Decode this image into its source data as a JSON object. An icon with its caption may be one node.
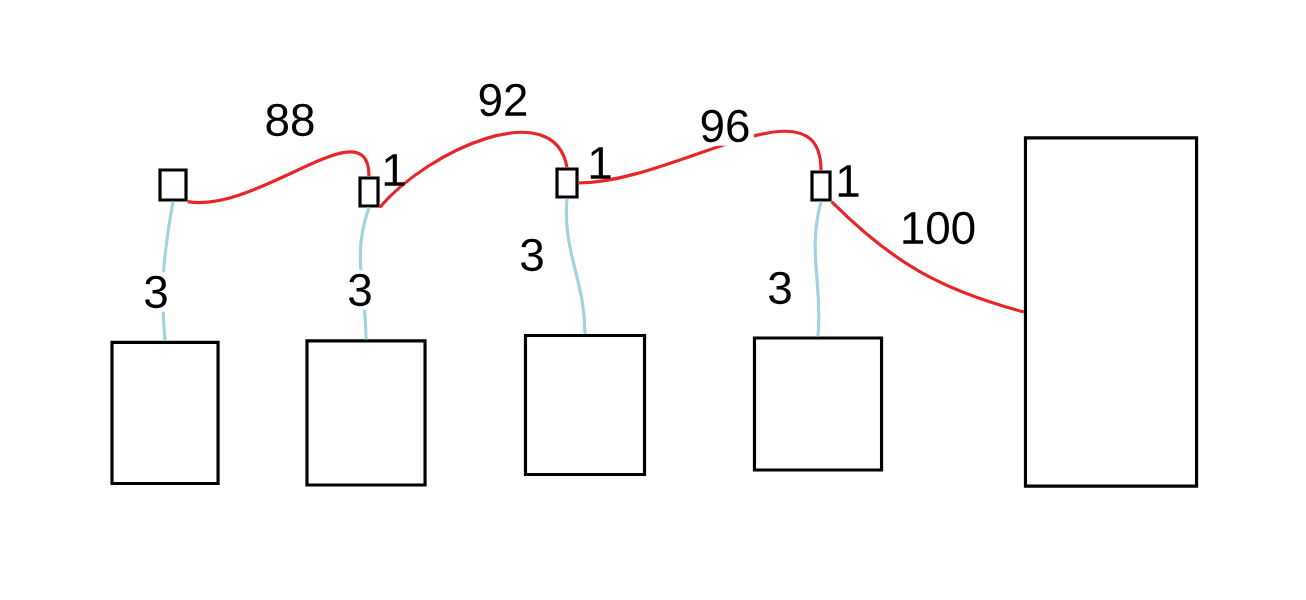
{
  "diagram": {
    "nodes": [
      {
        "text": [],
        "shape": "box"
      },
      {
        "text": [],
        "shape": "box",
        "beside": [
          "1"
        ]
      },
      {
        "text": [],
        "shape": "box",
        "beside": [
          "1"
        ]
      },
      {
        "text": [],
        "shape": "box",
        "beside": [
          "1"
        ]
      },
      {
        "text": [],
        "shape": "box"
      },
      {
        "text": [],
        "shape": "box"
      },
      {
        "text": [],
        "shape": "box"
      },
      {
        "text": [],
        "shape": "box"
      },
      {
        "text": [],
        "shape": "box"
      }
    ],
    "edges": [
      {
        "from": 0,
        "to": 1,
        "arrow": "none",
        "label": "88",
        "color": "#e8262a"
      },
      {
        "from": 1,
        "to": 2,
        "arrow": "none",
        "label": "92",
        "color": "#e8262a"
      },
      {
        "from": 2,
        "to": 3,
        "arrow": "none",
        "label": "96",
        "color": "#e8262a"
      },
      {
        "from": 3,
        "to": 8,
        "arrow": "none",
        "label": "100",
        "color": "#e8262a"
      },
      {
        "from": 0,
        "to": 4,
        "arrow": "none",
        "label": "3",
        "color": "#9fd3e0"
      },
      {
        "from": 1,
        "to": 5,
        "arrow": "none",
        "label": "3",
        "color": "#9fd3e0"
      },
      {
        "from": 2,
        "to": 6,
        "arrow": "none",
        "label": "3",
        "color": "#9fd3e0"
      },
      {
        "from": 3,
        "to": 7,
        "arrow": "none",
        "label": "3",
        "color": "#9fd3e0"
      }
    ]
  }
}
